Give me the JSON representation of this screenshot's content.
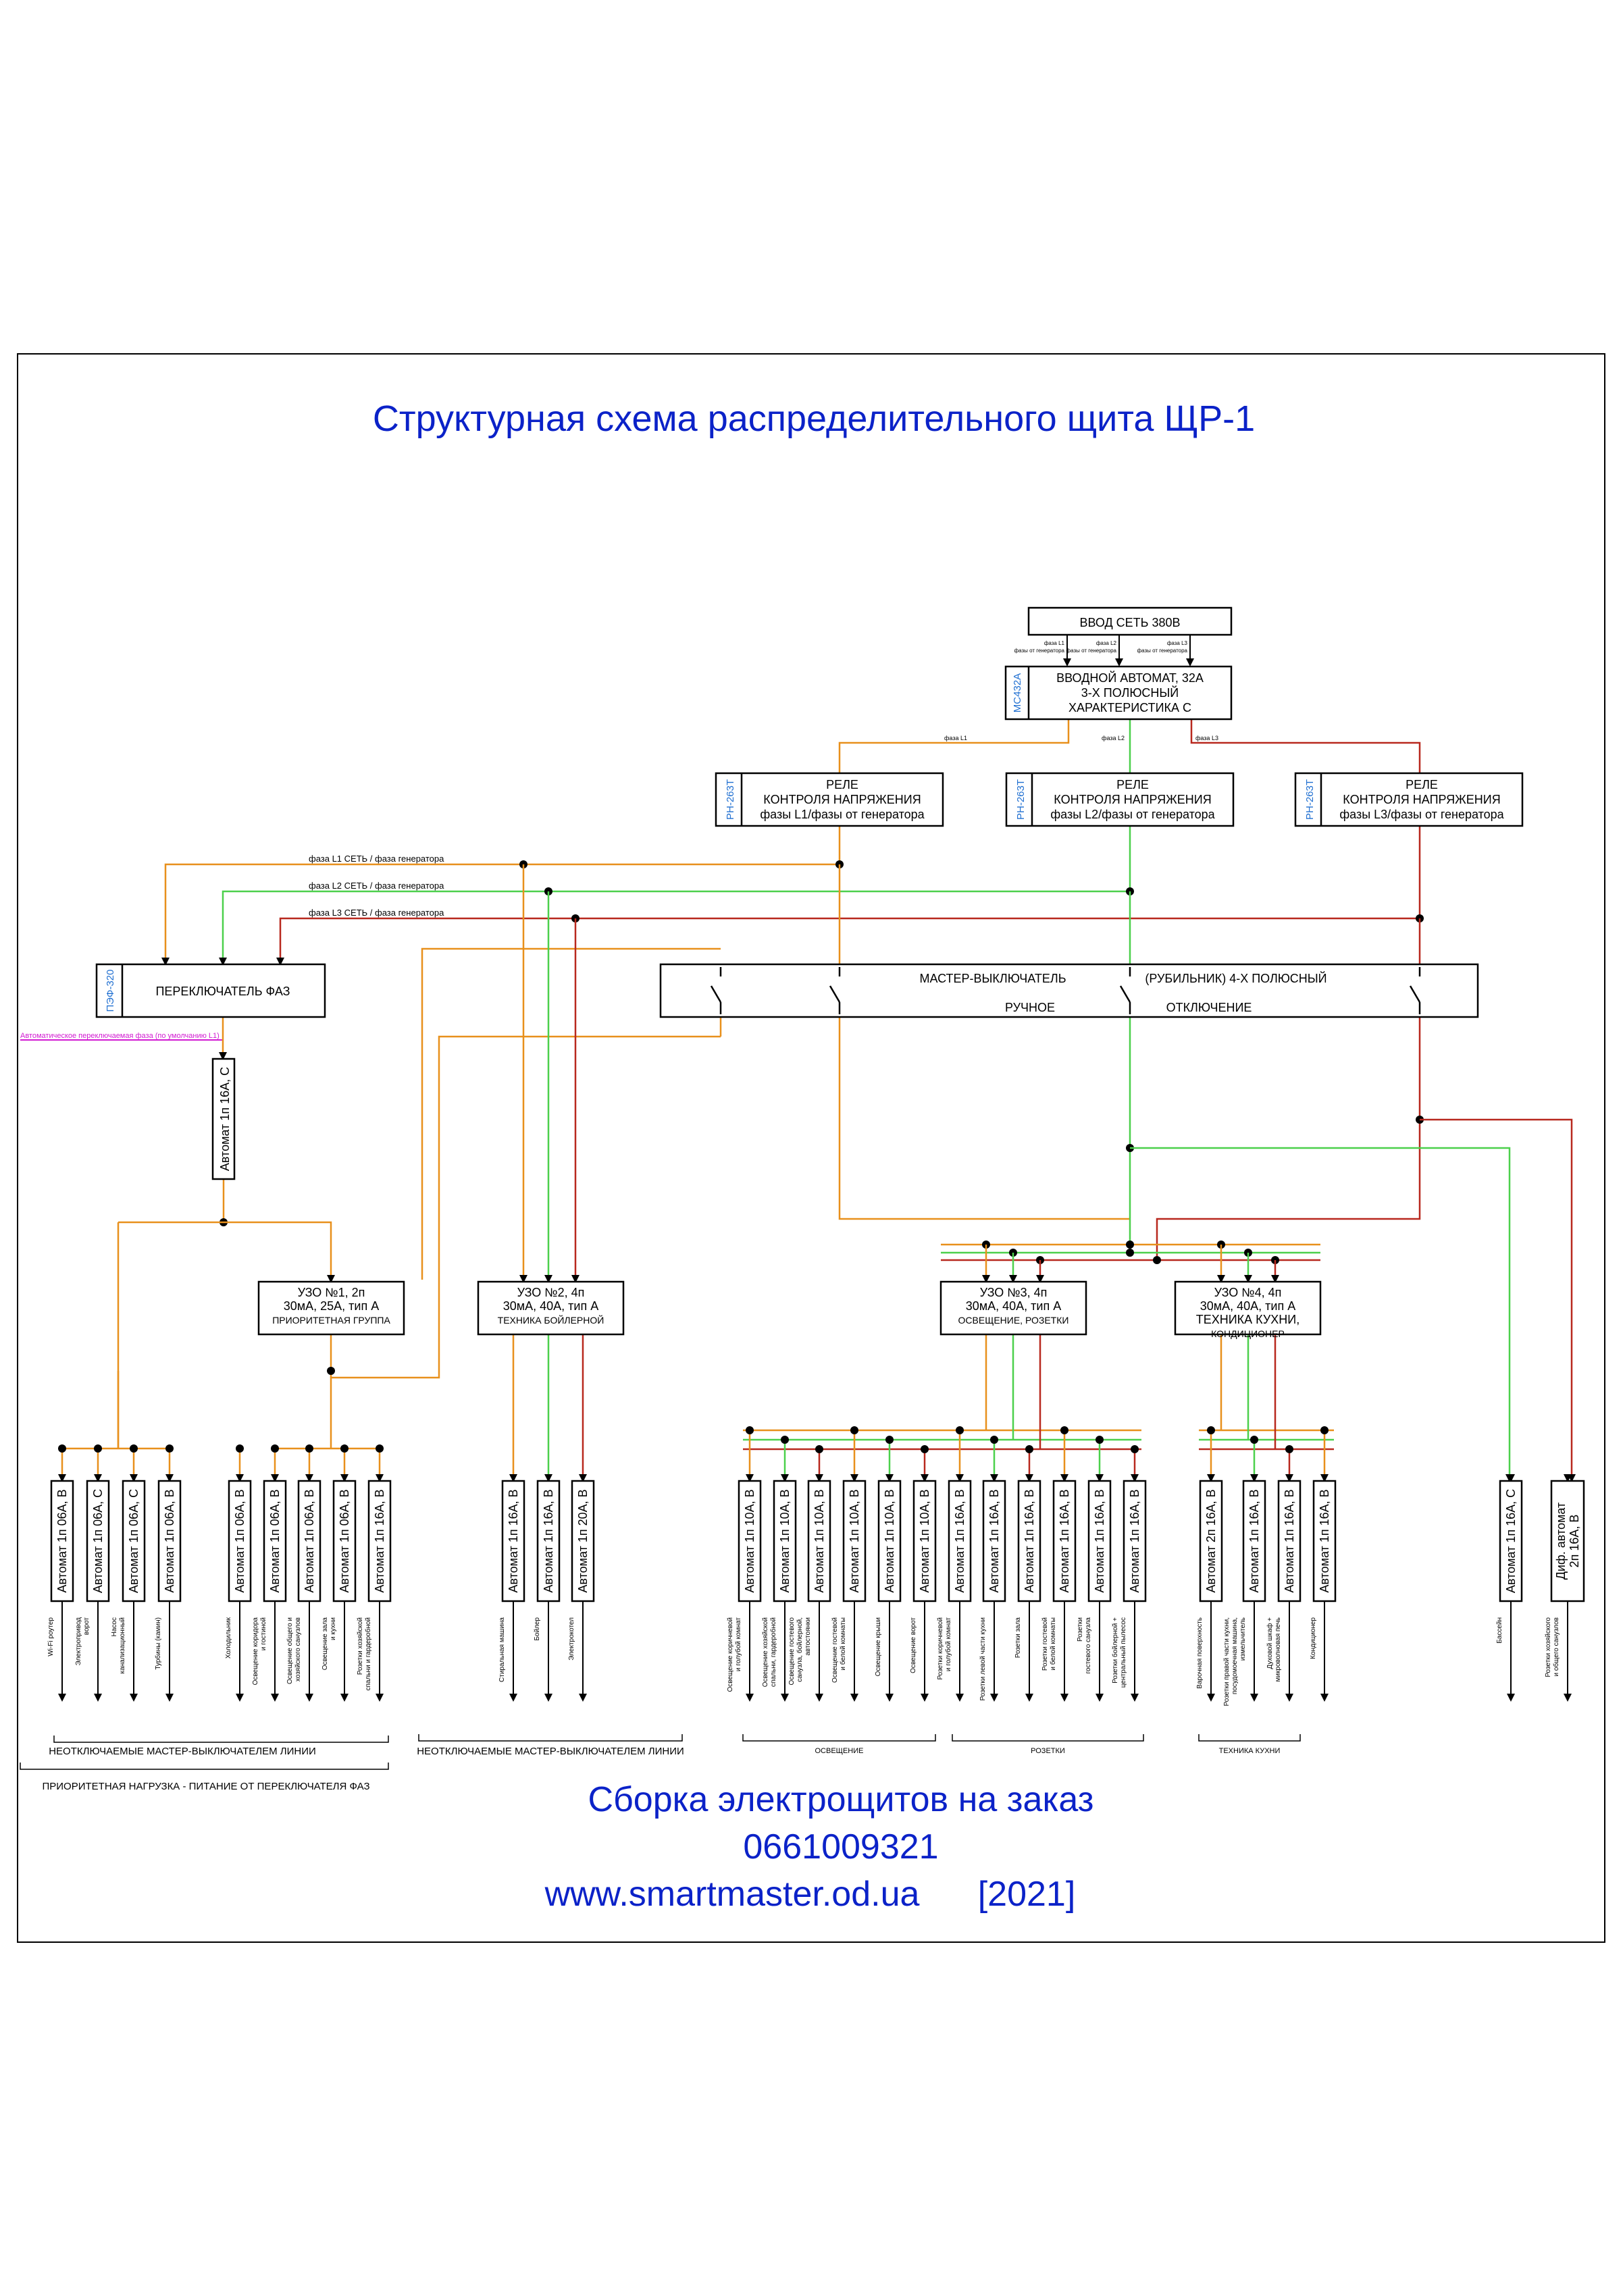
{
  "title": "Структурная схема распределительного щита ЩР-1",
  "colors": {
    "l1": "#e8901c",
    "l2": "#4cd04c",
    "l3": "#b8281e",
    "title": "#0b22c8",
    "tag": "#1f6fd1",
    "note": "#d21ad2",
    "frame": "#000000"
  },
  "input": {
    "label": "ВВОД СЕТЬ 380В",
    "phase_notes": [
      "фаза L1\nфазы от генератора",
      "фаза L2\nфазы от генератора",
      "фаза L3\nфазы от генератора"
    ]
  },
  "main_breaker": {
    "tag": "МС432А",
    "lines": [
      "ВВОДНОЙ АВТОМАТ, 32А",
      "3-Х ПОЛЮСНЫЙ",
      "ХАРАКТЕРИСТИКА С"
    ]
  },
  "phase_tags": [
    "фаза L1",
    "фаза L2",
    "фаза L3"
  ],
  "relays": [
    {
      "tag": "РН-263Т",
      "lines": [
        "РЕЛЕ",
        "КОНТРОЛЯ НАПРЯЖЕНИЯ",
        "фазы L1/фазы от генератора"
      ]
    },
    {
      "tag": "РН-263Т",
      "lines": [
        "РЕЛЕ",
        "КОНТРОЛЯ НАПРЯЖЕНИЯ",
        "фазы L2/фазы от генератора"
      ]
    },
    {
      "tag": "РН-263Т",
      "lines": [
        "РЕЛЕ",
        "КОНТРОЛЯ НАПРЯЖЕНИЯ",
        "фазы L3/фазы от генератора"
      ]
    }
  ],
  "bus_labels": [
    "фаза L1 СЕТЬ / фаза генератора",
    "фаза L2 СЕТЬ / фаза генератора",
    "фаза L3 СЕТЬ / фаза генератора"
  ],
  "phase_switch": {
    "tag": "ПЭФ-320",
    "label": "ПЕРЕКЛЮЧАТЕЛЬ ФАЗ",
    "note": "Автоматическое переключаемая фаза (по умолчанию L1)"
  },
  "master_switch": {
    "line1a": "МАСТЕР-ВЫКЛЮЧАТЕЛЬ",
    "line1b": "(РУБИЛЬНИК) 4-Х ПОЛЮСНЫЙ",
    "line2a": "РУЧНОЕ",
    "line2b": "ОТКЛЮЧЕНИЕ"
  },
  "priority_breaker": "Автомат 1п 16А, С",
  "rcds": [
    {
      "lines": [
        "УЗО №1, 2п",
        "30мА, 25А, тип А",
        "ПРИОРИТЕТНАЯ ГРУППА"
      ]
    },
    {
      "lines": [
        "УЗО №2, 4п",
        "30мА, 40А, тип А",
        "ТЕХНИКА БОЙЛЕРНОЙ"
      ]
    },
    {
      "lines": [
        "УЗО №3, 4п",
        "30мА, 40А, тип А",
        "ОСВЕЩЕНИЕ, РОЗЕТКИ"
      ]
    },
    {
      "lines": [
        "УЗО №4, 4п",
        "30мА, 40А, тип А",
        "ТЕХНИКА КУХНИ,",
        "КОНДИЦИОНЕР"
      ]
    }
  ],
  "breakers": [
    {
      "label": "Автомат 1п 06А, В",
      "load": [
        "Wi-Fi роутер"
      ]
    },
    {
      "label": "Автомат 1п 06А, С",
      "load": [
        "Электропривод",
        "ворот"
      ]
    },
    {
      "label": "Автомат 1п 06А, С",
      "load": [
        "Насос",
        "канализационный"
      ]
    },
    {
      "label": "Автомат 1п 06А, В",
      "load": [
        "Турбины (камин)"
      ]
    },
    {
      "label": "Автомат 1п 06А, В",
      "load": [
        "Холодильник"
      ]
    },
    {
      "label": "Автомат 1п 06А, В",
      "load": [
        "Освещение коридора",
        "и гостиной"
      ]
    },
    {
      "label": "Автомат 1п 06А, В",
      "load": [
        "Освещение общего и",
        "хозяйского санузлов"
      ]
    },
    {
      "label": "Автомат 1п 06А, В",
      "load": [
        "Освещение зала",
        "и кухни"
      ]
    },
    {
      "label": "Автомат 1п 16А, В",
      "load": [
        "Розетки хозяйской",
        "спальни и гардеробной"
      ]
    },
    {
      "label": "Автомат 1п 16А, В",
      "load": [
        "Стиральная машина"
      ]
    },
    {
      "label": "Автомат 1п 16А, В",
      "load": [
        "Бойлер"
      ]
    },
    {
      "label": "Автомат 1п 20А, В",
      "load": [
        "Электрокотел"
      ]
    },
    {
      "label": "Автомат 1п 10А, В",
      "load": [
        "Освещение коричневой",
        "и голубой комнат"
      ]
    },
    {
      "label": "Автомат 1п 10А, В",
      "load": [
        "Освещение хозяйской",
        "спальни, гардеробной"
      ]
    },
    {
      "label": "Автомат 1п 10А, В",
      "load": [
        "Освещение гостевого",
        "санузла, бойлерной,",
        "автостоянки"
      ]
    },
    {
      "label": "Автомат 1п 10А, В",
      "load": [
        "Освещение гостевой",
        "и белой комнаты"
      ]
    },
    {
      "label": "Автомат 1п 10А, В",
      "load": [
        "Освещение крыши"
      ]
    },
    {
      "label": "Автомат 1п 10А, В",
      "load": [
        "Освещение ворот"
      ]
    },
    {
      "label": "Автомат 1п 16А, В",
      "load": [
        "Розетки коричневой",
        "и голубой комнат"
      ]
    },
    {
      "label": "Автомат 1п 16А, В",
      "load": [
        "Розетки левой части кухни"
      ]
    },
    {
      "label": "Автомат 1п 16А, В",
      "load": [
        "Розетки зала"
      ]
    },
    {
      "label": "Автомат 1п 16А, В",
      "load": [
        "Розетки гостевой",
        "и белой комнаты"
      ]
    },
    {
      "label": "Автомат 1п 16А, В",
      "load": [
        "Розетки",
        "гостевого санузла"
      ]
    },
    {
      "label": "Автомат 1п 16А, В",
      "load": [
        "Розетки бойлерной +",
        "центральный пылесос"
      ]
    },
    {
      "label": "Автомат 2п 16А, В",
      "load": [
        "Варочная поверхность"
      ]
    },
    {
      "label": "Автомат 1п 16А, В",
      "load": [
        "Розетки правой части кухни,",
        "посудомоечная машина,",
        "измельчитель"
      ]
    },
    {
      "label": "Автомат 1п 16А, В",
      "load": [
        "Духовой шкаф +",
        "микроволновая печь"
      ]
    },
    {
      "label": "Автомат 1п 16А, В",
      "load": [
        "Кондиционер"
      ]
    },
    {
      "label": "Автомат 1п 16А, С",
      "load": [
        "Бассейн"
      ]
    },
    {
      "label": "Диф. автомат\n2п 16А, В",
      "load": [
        "Розетки хозяйского",
        "и общего санузлов"
      ]
    }
  ],
  "group_labels": [
    "ОСВЕЩЕНИЕ",
    "РОЗЕТКИ",
    "ТЕХНИКА КУХНИ"
  ],
  "notes": {
    "unswitched_1": "НЕОТКЛЮЧАЕМЫЕ МАСТЕР-ВЫКЛЮЧАТЕЛЕМ ЛИНИИ",
    "unswitched_2": "НЕОТКЛЮЧАЕМЫЕ МАСТЕР-ВЫКЛЮЧАТЕЛЕМ ЛИНИИ",
    "priority_load": "ПРИОРИТЕТНАЯ НАГРУЗКА - ПИТАНИЕ ОТ ПЕРЕКЛЮЧАТЕЛЯ ФАЗ"
  },
  "footer": {
    "line1": "Сборка электрощитов на заказ",
    "line2": "0661009321",
    "line3": "www.smartmaster.od.ua",
    "year": "[2021]"
  }
}
